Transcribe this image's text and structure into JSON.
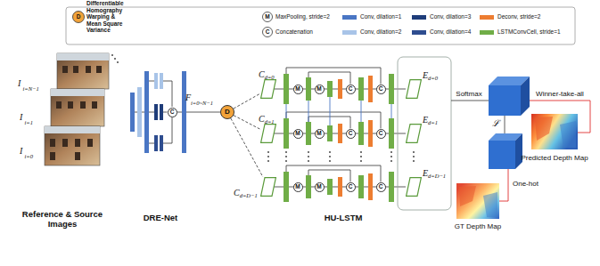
{
  "diagram": {
    "nodes": [
      {
        "text": [
          "C"
        ]
      },
      {
        "text": [
          "D"
        ]
      },
      {
        "text": [
          "C",
          "d=0"
        ]
      },
      {
        "text": [
          "C",
          "d=1"
        ]
      },
      {
        "text": [
          "C",
          "d=D−1"
        ]
      },
      {
        "text": [
          "M"
        ]
      },
      {
        "text": [
          "M"
        ]
      },
      {
        "text": [
          "C"
        ]
      },
      {
        "text": [
          "C"
        ]
      },
      {
        "text": [
          "M"
        ]
      },
      {
        "text": [
          "M"
        ]
      },
      {
        "text": [
          "C"
        ]
      },
      {
        "text": [
          "C"
        ]
      },
      {
        "text": [
          "M"
        ]
      },
      {
        "text": [
          "M"
        ]
      },
      {
        "text": [
          "C"
        ]
      },
      {
        "text": [
          "C"
        ]
      },
      {
        "text": [
          "E",
          "d=0"
        ]
      },
      {
        "text": [
          "E",
          "d=1"
        ]
      },
      {
        "text": [
          "E",
          "d=D−1"
        ]
      }
    ],
    "edges": [
      {
        "from": 1,
        "to": 2,
        "arrow": "none"
      },
      {
        "from": 1,
        "to": 3,
        "arrow": "none"
      },
      {
        "from": 1,
        "to": 4,
        "arrow": "none"
      }
    ],
    "labels": [
      "Reference & Source Images",
      "DRE-Net",
      "HU-LSTM",
      "I",
      "i=N−1",
      "I",
      "i=1",
      "I",
      "i=0",
      "F",
      "i=0~N−1",
      "Softmax",
      "Winner-take-all",
      "ℒ",
      "One-hot",
      "Predicted Depth Map",
      "GT Depth Map",
      "D",
      "M",
      "C"
    ],
    "legend": [
      {
        "text": "Differentiable Homography Warping & Mean Square Variance"
      },
      {
        "text": "MaxPooling, stride=2"
      },
      {
        "text": "Concatenation"
      },
      {
        "text": "Conv, dilation=1",
        "color": "#4a76c4"
      },
      {
        "text": "Conv, dilation=2",
        "color": "#a8c4e8"
      },
      {
        "text": "Conv, dilation=3",
        "color": "#1f3d7a"
      },
      {
        "text": "Conv, dilation=4",
        "color": "#2e4d8f"
      },
      {
        "text": "Deconv, stride=2",
        "color": "#ed7d31"
      },
      {
        "text": "LSTMConvCell, stride=1",
        "color": "#70ad47"
      }
    ]
  }
}
